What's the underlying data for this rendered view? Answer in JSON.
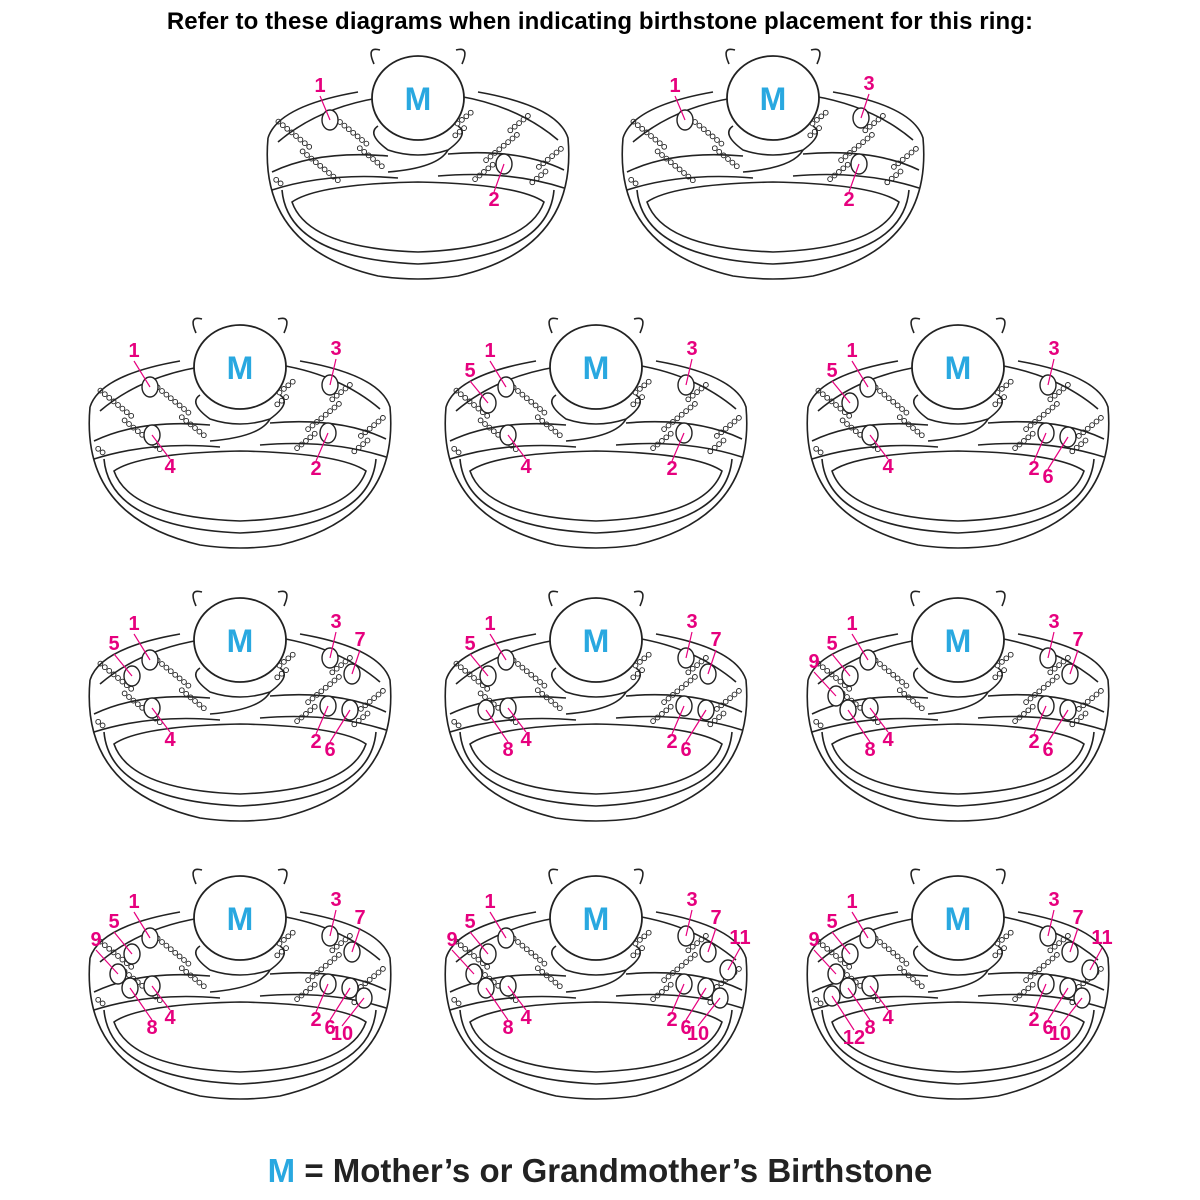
{
  "title": "Refer to these diagrams when indicating birthstone placement for this ring:",
  "center_label": "M",
  "legend": {
    "letter": "M",
    "text": " = Mother’s or Grandmother’s Birthstone"
  },
  "colors": {
    "center_label": "#29a8e0",
    "stone_number": "#e6007e",
    "outline": "#222222",
    "title": "#000000"
  },
  "diagrams": [
    {
      "stones": [
        "1",
        "2"
      ]
    },
    {
      "stones": [
        "1",
        "3",
        "2"
      ]
    },
    {
      "stones": [
        "1",
        "3",
        "4",
        "2"
      ]
    },
    {
      "stones": [
        "5",
        "1",
        "3",
        "4",
        "2"
      ]
    },
    {
      "stones": [
        "5",
        "1",
        "3",
        "4",
        "2",
        "6"
      ]
    },
    {
      "stones": [
        "5",
        "1",
        "3",
        "7",
        "4",
        "2",
        "6"
      ]
    },
    {
      "stones": [
        "5",
        "1",
        "3",
        "7",
        "8",
        "4",
        "2",
        "6"
      ]
    },
    {
      "stones": [
        "9",
        "5",
        "1",
        "3",
        "7",
        "8",
        "4",
        "2",
        "6"
      ]
    },
    {
      "stones": [
        "9",
        "5",
        "1",
        "3",
        "7",
        "8",
        "4",
        "2",
        "6",
        "10"
      ]
    },
    {
      "stones": [
        "9",
        "5",
        "1",
        "3",
        "7",
        "11",
        "8",
        "4",
        "2",
        "6",
        "10"
      ]
    },
    {
      "stones": [
        "9",
        "5",
        "1",
        "3",
        "7",
        "11",
        "12",
        "8",
        "4",
        "2",
        "6",
        "10"
      ]
    }
  ]
}
